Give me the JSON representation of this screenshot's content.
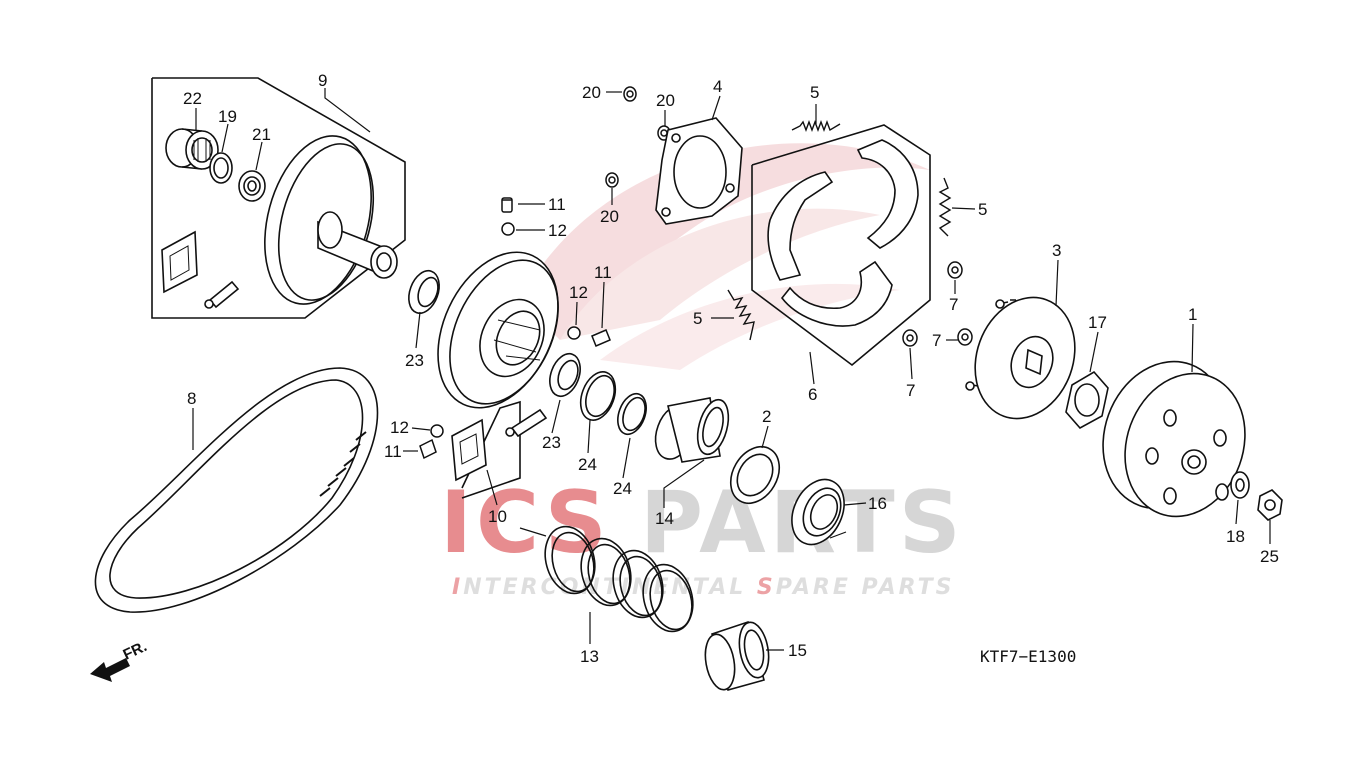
{
  "watermark": {
    "logo_ics": "ICS",
    "logo_parts": "PARTS",
    "tagline_parts": [
      {
        "text": "I",
        "accent": true
      },
      {
        "text": "NTERC",
        "accent": false
      },
      {
        "text": "ONTINENTAL ",
        "accent": false
      },
      {
        "text": "S",
        "accent": true
      },
      {
        "text": "PARE PARTS",
        "accent": false
      }
    ],
    "colors": {
      "accent": "#e0666a",
      "grey": "#c9c9c9",
      "swoosh": "#f2c9cb"
    }
  },
  "diagram": {
    "code": "KTF7−E1300",
    "direction_label": "FR.",
    "callouts": [
      "22",
      "19",
      "21",
      "9",
      "23",
      "8",
      "12",
      "11",
      "10",
      "23",
      "24",
      "24",
      "20",
      "20",
      "20",
      "11",
      "12",
      "11",
      "12",
      "4",
      "5",
      "5",
      "5",
      "6",
      "7",
      "7",
      "7",
      "3",
      "17",
      "1",
      "2",
      "14",
      "16",
      "13",
      "15",
      "18",
      "25"
    ]
  }
}
